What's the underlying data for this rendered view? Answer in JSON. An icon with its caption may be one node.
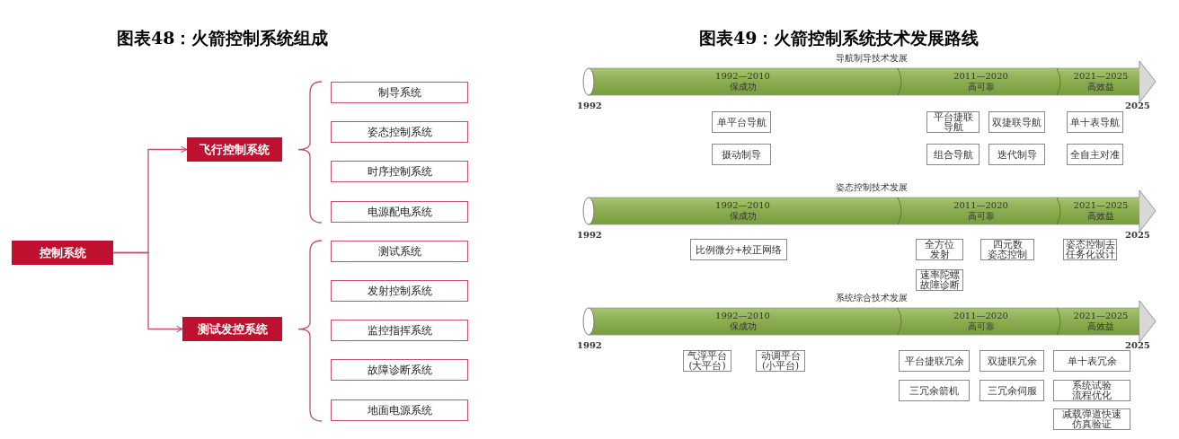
{
  "diagram": {
    "nodes": [
      {
        "text": [
          "控制系统"
        ]
      },
      {
        "text": [
          "飞行控制系统"
        ]
      },
      {
        "text": [
          "测试发控系统"
        ]
      },
      {
        "text": [
          "制导系统"
        ]
      },
      {
        "text": [
          "姿态控制系统"
        ]
      },
      {
        "text": [
          "时序控制系统"
        ]
      },
      {
        "text": [
          "电源配电系统"
        ]
      },
      {
        "text": [
          "测试系统"
        ]
      },
      {
        "text": [
          "发射控制系统"
        ]
      },
      {
        "text": [
          "监控指挥系统"
        ]
      },
      {
        "text": [
          "故障诊断系统"
        ]
      },
      {
        "text": [
          "地面电源系统"
        ]
      },
      {
        "text": [
          "导航制导技术发展"
        ],
        "beside": [
          "1992",
          "2025"
        ]
      },
      {
        "text": [
          "1992—2010",
          "保成功"
        ],
        "in": 12
      },
      {
        "text": [
          "2011—2020",
          "高可靠"
        ],
        "in": 12
      },
      {
        "text": [
          "2021—2025",
          "高效益"
        ],
        "in": 12
      },
      {
        "text": [
          "单平台导航"
        ]
      },
      {
        "text": [
          "平台捷联导航"
        ]
      },
      {
        "text": [
          "双捷联导航"
        ]
      },
      {
        "text": [
          "单十表导航"
        ]
      },
      {
        "text": [
          "摄动制导"
        ]
      },
      {
        "text": [
          "组合导航"
        ]
      },
      {
        "text": [
          "迭代制导"
        ]
      },
      {
        "text": [
          "全自主对准"
        ]
      },
      {
        "text": [
          "姿态控制技术发展"
        ],
        "beside": [
          "1992",
          "2025"
        ]
      },
      {
        "text": [
          "1992—2010",
          "保成功"
        ],
        "in": 24
      },
      {
        "text": [
          "2011—2020",
          "高可靠"
        ],
        "in": 24
      },
      {
        "text": [
          "2021—2025",
          "高效益"
        ],
        "in": 24
      },
      {
        "text": [
          "比例微分+校正网络"
        ]
      },
      {
        "text": [
          "全方位发射"
        ]
      },
      {
        "text": [
          "四元数姿态控制"
        ]
      },
      {
        "text": [
          "姿态控制去任务化设计"
        ]
      },
      {
        "text": [
          "速率陀螺故障诊断"
        ]
      },
      {
        "text": [
          "系统综合技术发展"
        ],
        "beside": [
          "1992",
          "2025"
        ]
      },
      {
        "text": [
          "1992—2010",
          "保成功"
        ],
        "in": 33
      },
      {
        "text": [
          "2011—2020",
          "高可靠"
        ],
        "in": 33
      },
      {
        "text": [
          "2021—2025",
          "高效益"
        ],
        "in": 33
      },
      {
        "text": [
          "气浮平台(大平台)"
        ]
      },
      {
        "text": [
          "动调平台(小平台)"
        ]
      },
      {
        "text": [
          "平台捷联冗余"
        ]
      },
      {
        "text": [
          "双捷联冗余"
        ]
      },
      {
        "text": [
          "单十表冗余"
        ]
      },
      {
        "text": [
          "三冗余箭机"
        ]
      },
      {
        "text": [
          "三冗余伺服"
        ]
      },
      {
        "text": [
          "系统试验流程优化"
        ]
      },
      {
        "text": [
          "减载弹道快速仿真验证"
        ]
      }
    ],
    "edges": [
      {
        "from": 0,
        "to": 1,
        "arrow": "to"
      },
      {
        "from": 0,
        "to": 2,
        "arrow": "to"
      }
    ],
    "labels": [
      "图表48：火箭控制系统组成",
      "图表49：火箭控制系统技术发展路线"
    ]
  }
}
